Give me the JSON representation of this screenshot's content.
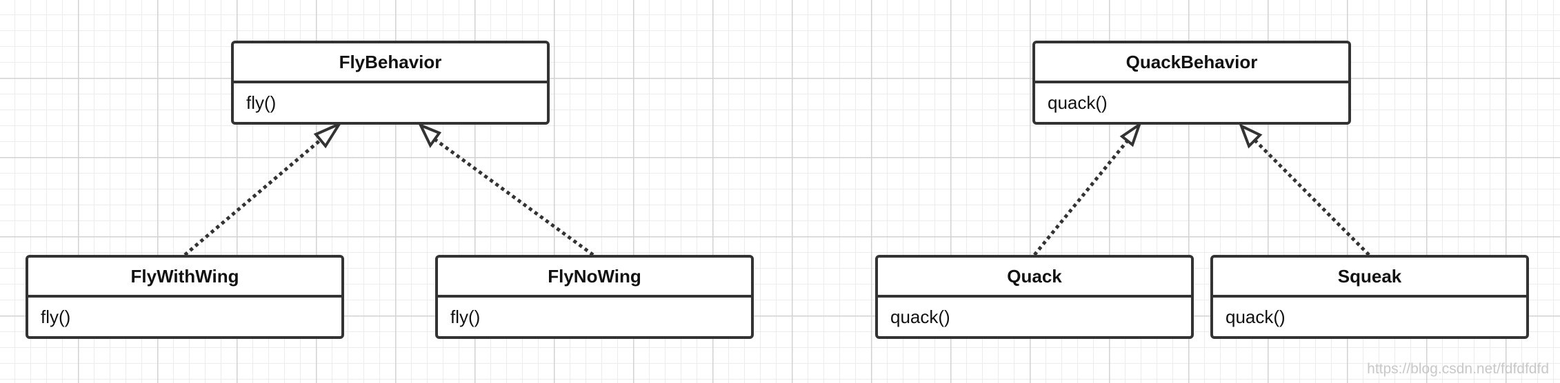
{
  "classes": {
    "fly_behavior": {
      "name": "FlyBehavior",
      "method": "fly()"
    },
    "fly_with_wing": {
      "name": "FlyWithWing",
      "method": "fly()"
    },
    "fly_no_wing": {
      "name": "FlyNoWing",
      "method": "fly()"
    },
    "quack_behavior": {
      "name": "QuackBehavior",
      "method": "quack()"
    },
    "quack": {
      "name": "Quack",
      "method": "quack()"
    },
    "squeak": {
      "name": "Squeak",
      "method": "quack()"
    }
  },
  "relations": [
    {
      "type": "realization",
      "from": "fly_with_wing",
      "to": "fly_behavior"
    },
    {
      "type": "realization",
      "from": "fly_no_wing",
      "to": "fly_behavior"
    },
    {
      "type": "realization",
      "from": "quack",
      "to": "quack_behavior"
    },
    {
      "type": "realization",
      "from": "squeak",
      "to": "quack_behavior"
    }
  ],
  "watermark": "https://blog.csdn.net/fdfdfdfd",
  "colors": {
    "line": "#333333",
    "grid": "#d2d2d2",
    "background": "#ffffff"
  }
}
